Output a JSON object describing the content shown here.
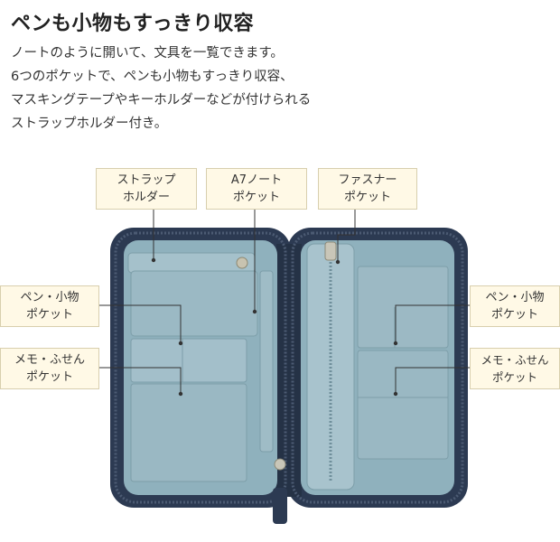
{
  "title": "ペンも小物もすっきり収容",
  "description": [
    "ノートのように開いて、文具を一覧できます。",
    "6つのポケットで、ペンも小物もすっきり収容、",
    "マスキングテープやキーホルダーなどが付けられる",
    "ストラップホルダー付き。"
  ],
  "labels": {
    "strap_holder": [
      "ストラップ",
      "ホルダー"
    ],
    "a7_pocket": [
      "A7ノート",
      "ポケット"
    ],
    "fastener_pocket": [
      "ファスナー",
      "ポケット"
    ],
    "pen_left": [
      "ペン・小物",
      "ポケット"
    ],
    "memo_left": [
      "メモ・ふせん",
      "ポケット"
    ],
    "pen_right": [
      "ペン・小物",
      "ポケット"
    ],
    "memo_right": [
      "メモ・ふせん",
      "ポケット"
    ]
  },
  "colors": {
    "label_bg": "#fff9e6",
    "label_border": "#d8cfae",
    "case_navy": "#2c3a52",
    "lining": "#8fb1bd"
  }
}
